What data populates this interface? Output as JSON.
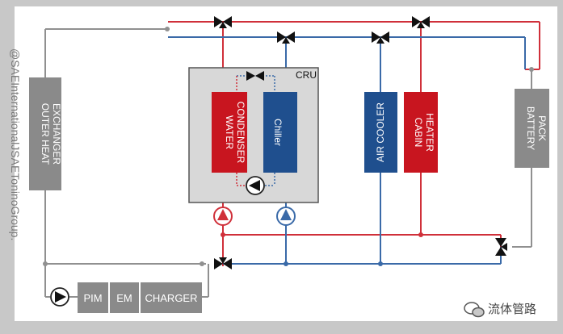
{
  "components": {
    "outer_heat_exchanger": [
      "OUTER HEAT",
      "EXCHANGER"
    ],
    "water_condenser": [
      "WATER",
      "CONDENSER"
    ],
    "chiller": "Chiller",
    "air_cooler": "AIR COOLER",
    "cabin_heater": [
      "CABIN",
      "HEATER"
    ],
    "battery_pack": [
      "BATTERY",
      "PACK"
    ],
    "cru": "CRU",
    "pim": "PIM",
    "em": "EM",
    "charger": "CHARGER"
  },
  "watermark": "@SAEInternationalJSAEToninoGroup.",
  "source_mark": "流体管路",
  "colors": {
    "frame": "#ffffff",
    "hot_line": "#d0303a",
    "cold_line": "#3a6aa8",
    "neutral_line": "#909090",
    "component_gray": "#8a8a8a",
    "component_red": "#c8151f",
    "component_blue": "#1f4f8e",
    "cru_box": "#d8d8d8"
  }
}
